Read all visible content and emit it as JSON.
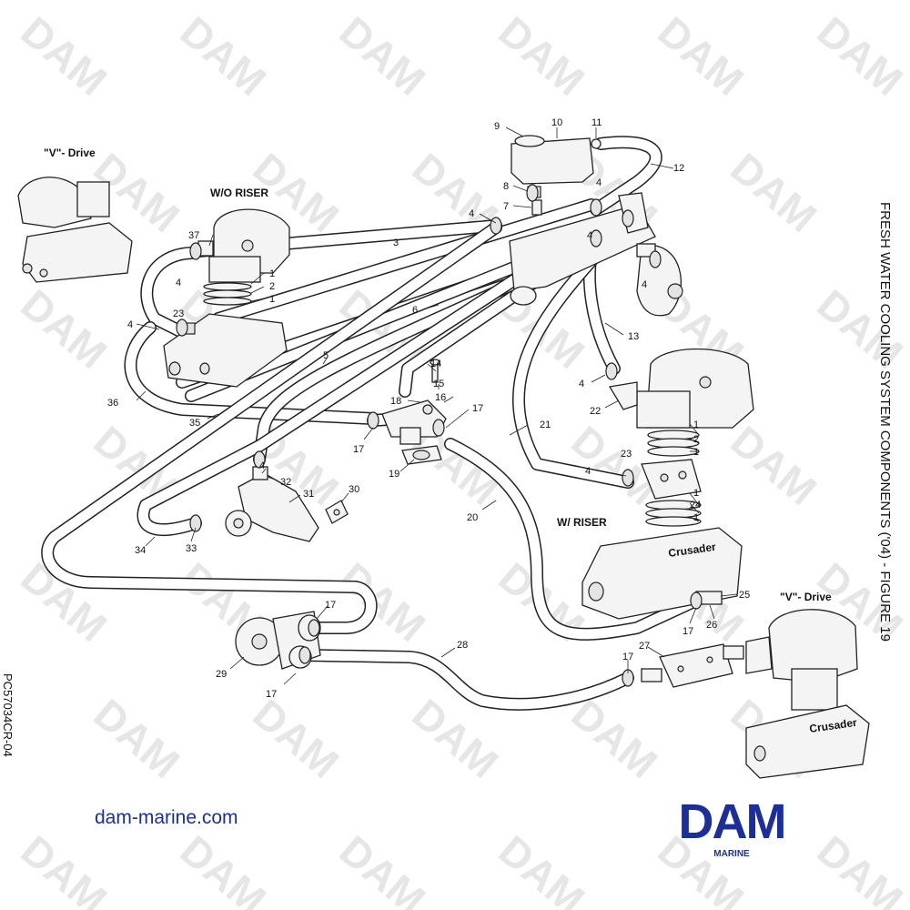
{
  "title": "FRESH WATER COOLING SYSTEM COMPONENTS ('04) - FIGURE 19",
  "side_code": "PC57034CR-04",
  "website": "dam-marine.com",
  "logo": {
    "text": "DAM",
    "subtitle": "MARINE",
    "color": "#1b2f9c"
  },
  "watermark": "DAM",
  "section_labels": {
    "v_drive_left": "\"V\"- Drive",
    "wo_riser": "W/O RISER",
    "w_riser": "W/ RISER",
    "v_drive_right": "\"V\"- Drive"
  },
  "manifold_brand": "Crusader",
  "callouts": [
    {
      "id": "c9",
      "n": "9"
    },
    {
      "id": "c10",
      "n": "10"
    },
    {
      "id": "c11",
      "n": "11"
    },
    {
      "id": "c12",
      "n": "12"
    },
    {
      "id": "c8",
      "n": "8"
    },
    {
      "id": "c7",
      "n": "7"
    },
    {
      "id": "c4a",
      "n": "4"
    },
    {
      "id": "c4b",
      "n": "4"
    },
    {
      "id": "c4c",
      "n": "4"
    },
    {
      "id": "c4d",
      "n": "4"
    },
    {
      "id": "c3",
      "n": "3"
    },
    {
      "id": "c37",
      "n": "37"
    },
    {
      "id": "c4e",
      "n": "4"
    },
    {
      "id": "c1a",
      "n": "1"
    },
    {
      "id": "c2a",
      "n": "2"
    },
    {
      "id": "c1b",
      "n": "1"
    },
    {
      "id": "c4f",
      "n": "4"
    },
    {
      "id": "c23a",
      "n": "23"
    },
    {
      "id": "c6",
      "n": "6"
    },
    {
      "id": "c13",
      "n": "13"
    },
    {
      "id": "c5",
      "n": "5"
    },
    {
      "id": "c36",
      "n": "36"
    },
    {
      "id": "c14",
      "n": "14"
    },
    {
      "id": "c15",
      "n": "15"
    },
    {
      "id": "c18",
      "n": "18"
    },
    {
      "id": "c16",
      "n": "16"
    },
    {
      "id": "c17a",
      "n": "17"
    },
    {
      "id": "c4g",
      "n": "4"
    },
    {
      "id": "c22",
      "n": "22"
    },
    {
      "id": "c35",
      "n": "35"
    },
    {
      "id": "c21",
      "n": "21"
    },
    {
      "id": "c17b",
      "n": "17"
    },
    {
      "id": "c1c",
      "n": "1"
    },
    {
      "id": "c2b",
      "n": "2"
    },
    {
      "id": "c1d",
      "n": "1"
    },
    {
      "id": "c19",
      "n": "19"
    },
    {
      "id": "c4h",
      "n": "4"
    },
    {
      "id": "c32",
      "n": "32"
    },
    {
      "id": "c23b",
      "n": "23"
    },
    {
      "id": "c4i",
      "n": "4"
    },
    {
      "id": "c31",
      "n": "31"
    },
    {
      "id": "c30",
      "n": "30"
    },
    {
      "id": "c1e",
      "n": "1"
    },
    {
      "id": "c24",
      "n": "24"
    },
    {
      "id": "c1f",
      "n": "1"
    },
    {
      "id": "c20",
      "n": "20"
    },
    {
      "id": "c34",
      "n": "34"
    },
    {
      "id": "c33",
      "n": "33"
    },
    {
      "id": "c25",
      "n": "25"
    },
    {
      "id": "c17c",
      "n": "17"
    },
    {
      "id": "c26",
      "n": "26"
    },
    {
      "id": "c17d",
      "n": "17"
    },
    {
      "id": "c28",
      "n": "28"
    },
    {
      "id": "c29",
      "n": "29"
    },
    {
      "id": "c17e",
      "n": "17"
    },
    {
      "id": "c17f",
      "n": "17"
    },
    {
      "id": "c27",
      "n": "27"
    }
  ]
}
